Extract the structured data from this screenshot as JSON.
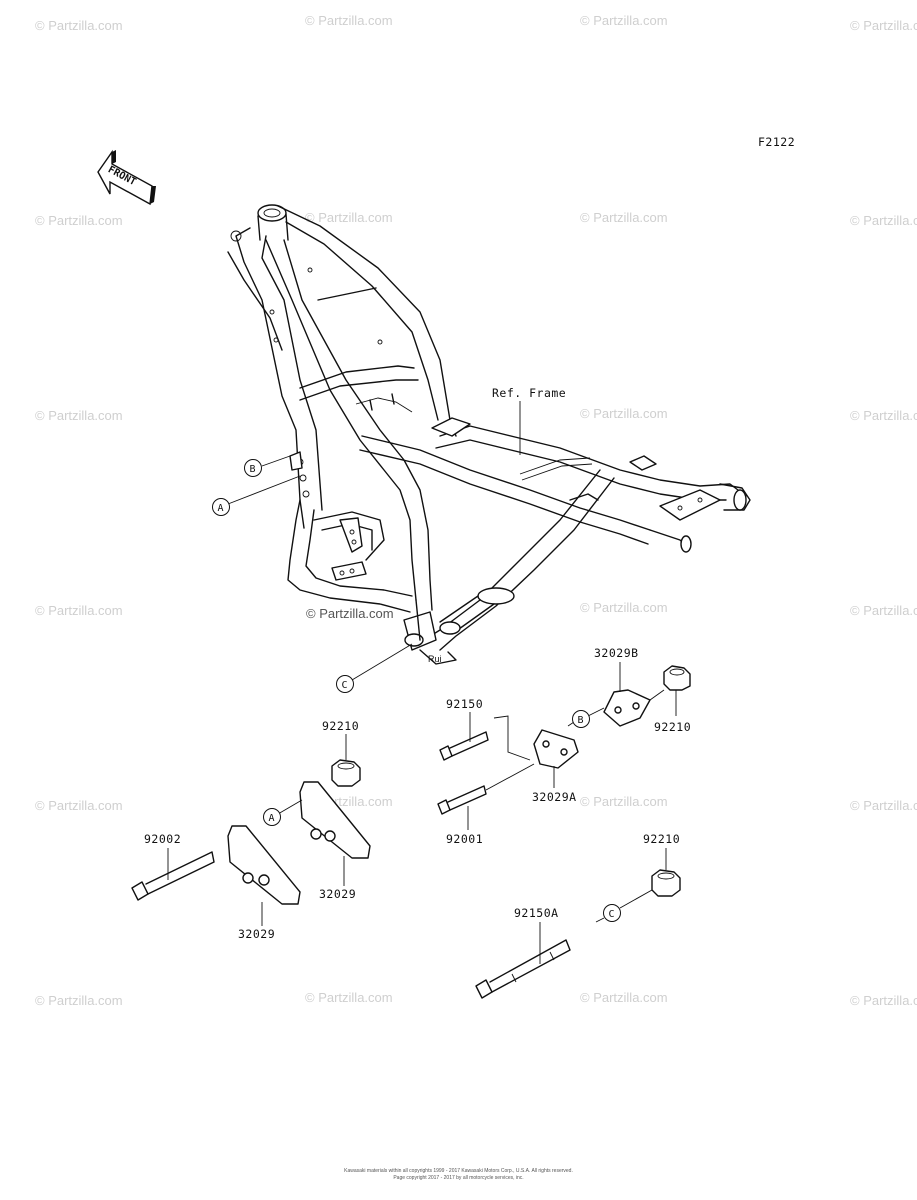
{
  "figure_code": "F2122",
  "front_label": "FRONT",
  "ref_frame_label": "Ref. Frame",
  "watermark_text": "© Partzilla.com",
  "callouts": {
    "a": "A",
    "b": "B",
    "c": "C"
  },
  "parts": {
    "p92150": "92150",
    "p92150a": "92150A",
    "p92210_top": "92210",
    "p92210_left": "92210",
    "p92210_bottom": "92210",
    "p32029b": "32029B",
    "p32029a": "32029A",
    "p92001": "92001",
    "p92002": "92002",
    "p32029_right": "32029",
    "p32029_left": "32029"
  },
  "copyright_line1": "Kawasaki materials within all copyrights 1999 - 2017 Kawasaki Motors Corp., U.S.A. All rights reserved.",
  "copyright_line2": "Page copyright 2017 - 2017 by all motorcycle services, inc."
}
